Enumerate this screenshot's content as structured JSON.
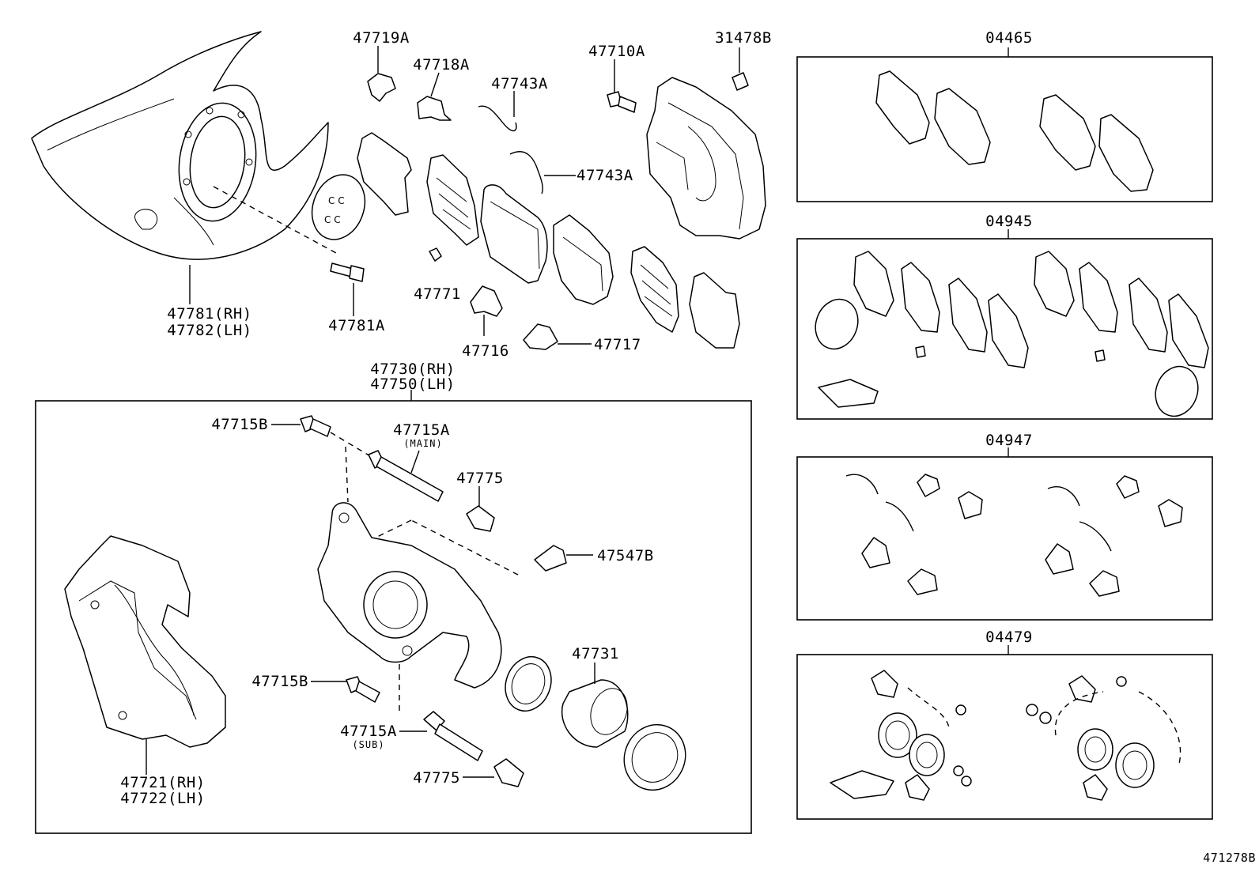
{
  "diagram_id": "471278B",
  "labels": {
    "p47719A": "47719A",
    "p47718A": "47718A",
    "p47743A_top": "47743A",
    "p47743A_right": "47743A",
    "p47710A": "47710A",
    "p31478B": "31478B",
    "p47781_rh": "47781(RH)",
    "p47782_lh": "47782(LH)",
    "p47781A": "47781A",
    "p47771": "47771",
    "p47716": "47716",
    "p47717": "47717",
    "p47730_rh": "47730(RH)",
    "p47750_lh": "47750(LH)",
    "p47715B_top": "47715B",
    "p47715A_main": "47715A",
    "main_note": "(MAIN)",
    "p47775_top": "47775",
    "p47547B": "47547B",
    "p47731": "47731",
    "p47715B_bottom": "47715B",
    "p47715A_sub": "47715A",
    "sub_note": "(SUB)",
    "p47775_bottom": "47775",
    "p47721_rh": "47721(RH)",
    "p47722_lh": "47722(LH)"
  },
  "kits": [
    {
      "id": "04465"
    },
    {
      "id": "04945"
    },
    {
      "id": "04947"
    },
    {
      "id": "04479"
    }
  ]
}
